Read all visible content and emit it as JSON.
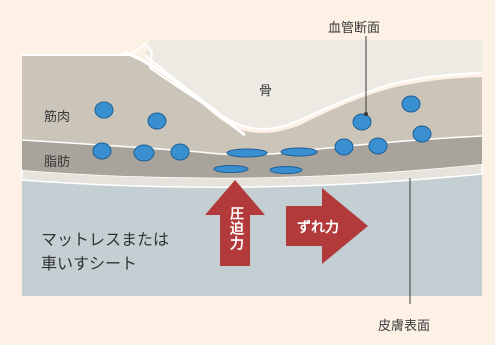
{
  "labels": {
    "vessel_section": "血管断面",
    "bone": "骨",
    "muscle": "筋肉",
    "fat": "脂肪",
    "mattress_line1": "マットレスまたは",
    "mattress_line2": "車いすシート",
    "pressure": "圧迫力",
    "shear": "ずれ力",
    "skin_surface": "皮膚表面"
  },
  "colors": {
    "background": "#fdf1e6",
    "bone": "#eceae3",
    "muscle": "#cbc4b8",
    "fat": "#a8a39b",
    "skin": "#e6e3dc",
    "mattress": "#c3cfd3",
    "vessel": "#3a8fd0",
    "arrow": "#b23a3a"
  }
}
